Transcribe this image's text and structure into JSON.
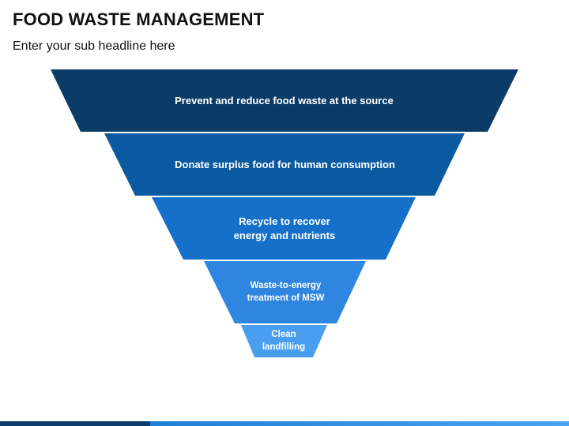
{
  "slide": {
    "title": "FOOD WASTE MANAGEMENT",
    "subtitle": "Enter your sub headline here"
  },
  "funnel": {
    "tiers": [
      {
        "lines": [
          "Prevent and reduce food waste at the source"
        ],
        "color": "#0b3c67"
      },
      {
        "lines": [
          "Donate surplus food for human consumption"
        ],
        "color": "#0a5aa2"
      },
      {
        "lines": [
          "Recycle to recover",
          "energy and nutrients"
        ],
        "color": "#1570c9"
      },
      {
        "lines": [
          "Waste-to-energy",
          "treatment of MSW"
        ],
        "color": "#2e86e0"
      },
      {
        "lines": [
          "Clean",
          "landfilling"
        ],
        "color": "#4a9ef0"
      }
    ]
  }
}
